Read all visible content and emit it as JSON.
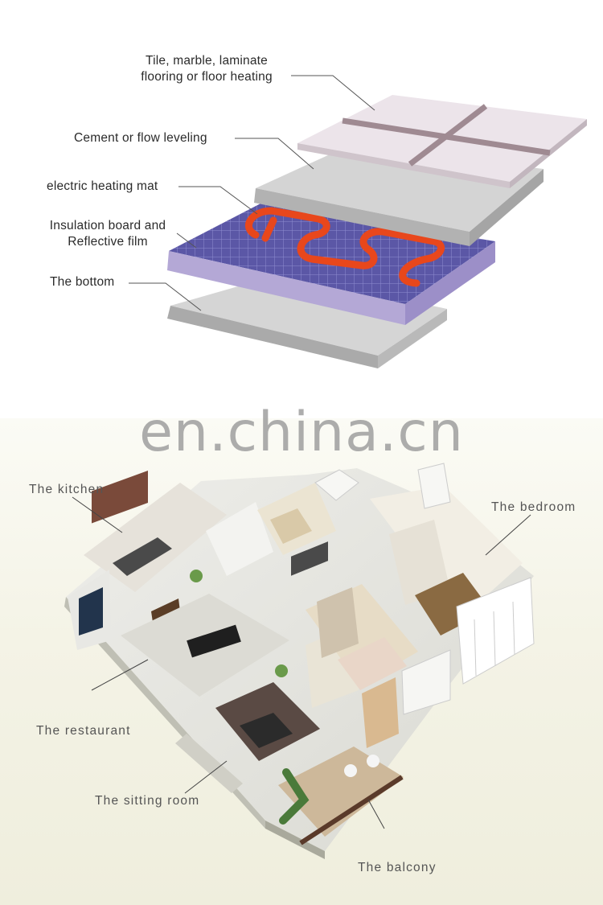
{
  "layer_diagram": {
    "labels": [
      {
        "id": "tile",
        "lines": [
          "Tile, marble, laminate",
          "flooring or floor heating"
        ]
      },
      {
        "id": "cement",
        "lines": [
          "Cement or flow leveling"
        ]
      },
      {
        "id": "mat",
        "lines": [
          "electric heating mat"
        ]
      },
      {
        "id": "insulation",
        "lines": [
          "Insulation board and",
          "Reflective film"
        ]
      },
      {
        "id": "bottom",
        "lines": [
          "The bottom"
        ]
      }
    ],
    "colors": {
      "tile": "#ece4ea",
      "tile_grout": "#9f8a92",
      "cement": "#cfcfcf",
      "insulation": "#5e5aa8",
      "heating_cable": "#e8471c",
      "bottom": "#c7c7c7"
    }
  },
  "watermark": "en.china.cn",
  "floor_plan": {
    "rooms": {
      "kitchen": "The kitchen",
      "bedroom": "The bedroom",
      "restaurant": "The restaurant",
      "sitting_room": "The sitting room",
      "balcony": "The balcony"
    }
  }
}
